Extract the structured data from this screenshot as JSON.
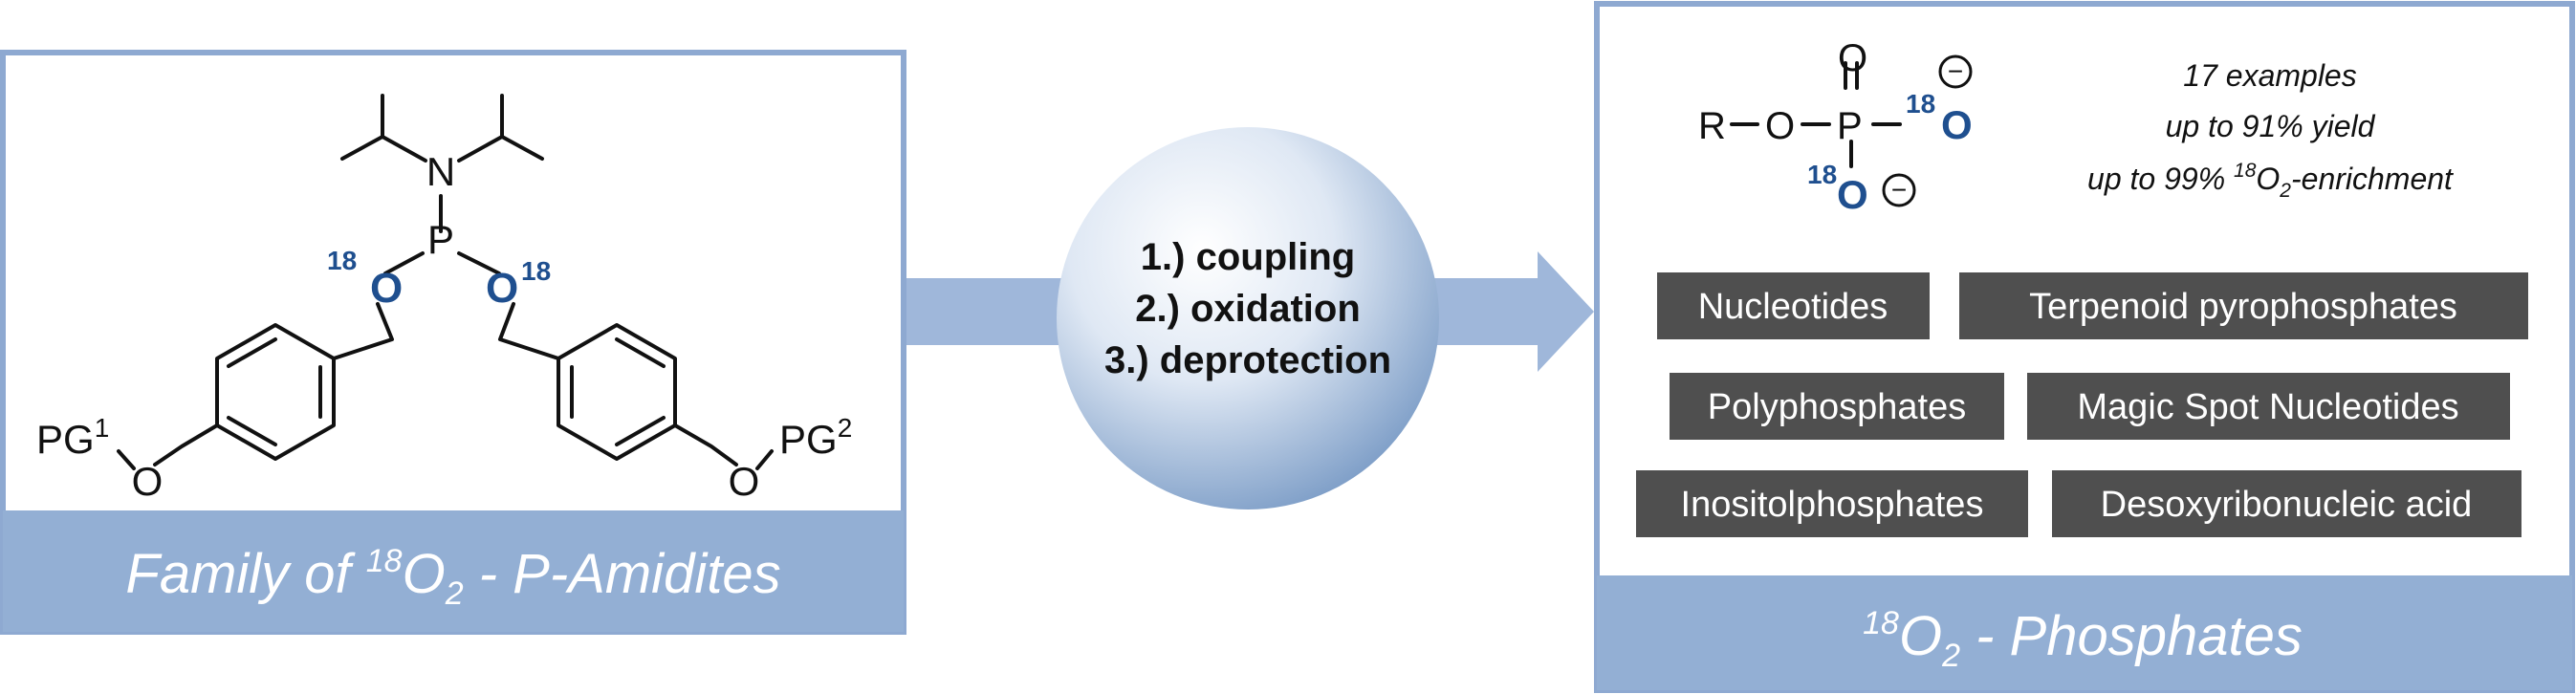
{
  "colors": {
    "panel_blue": "#93afd4",
    "panel_border": "#8ea9d1",
    "arrow_blue": "#9fb7da",
    "tag_gray": "#4f4f4f",
    "isotope_blue": "#1f4f8f",
    "text_dark": "#111111"
  },
  "left_panel": {
    "caption_prefix": "Family of ",
    "caption_mass": "18",
    "caption_element": "O",
    "caption_count": "2",
    "caption_suffix": " - P-Amidites",
    "atoms": {
      "n": "N",
      "p": "P",
      "isotope": "18",
      "oxygen": "O",
      "pg_left": "PG",
      "pg_left_sup": "1",
      "pg_right": "PG",
      "pg_right_sup": "2"
    }
  },
  "center": {
    "steps": [
      "1.) coupling",
      "2.) oxidation",
      "3.) deprotection"
    ]
  },
  "right_panel": {
    "molecule": {
      "r": "R",
      "o": "O",
      "p": "P",
      "isotope": "18",
      "minus": "−"
    },
    "stats": {
      "line1": "17 examples",
      "line2": "up to 91% yield",
      "line3_prefix": "up to 99% ",
      "line3_mass": "18",
      "line3_element": "O",
      "line3_count": "2",
      "line3_suffix": "-enrichment"
    },
    "tags": [
      "Nucleotides",
      "Terpenoid pyrophosphates",
      "Polyphosphates",
      "Magic Spot Nucleotides",
      "Inositolphosphates",
      "Desoxyribonucleic acid"
    ],
    "caption_mass": "18",
    "caption_element": "O",
    "caption_count": "2",
    "caption_suffix": " - Phosphates"
  }
}
